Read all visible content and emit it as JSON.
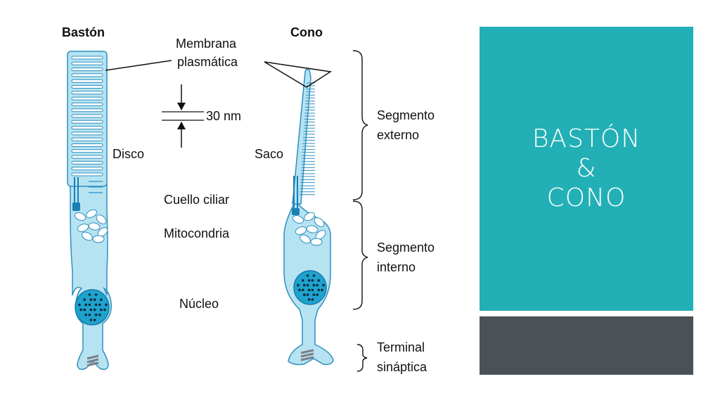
{
  "labels": {
    "rod_title": "Bastón",
    "cone_title": "Cono",
    "membrane_line1": "Membrana",
    "membrane_line2": "plasmática",
    "spacing": "30 nm",
    "disc": "Disco",
    "sac": "Saco",
    "ciliary_neck": "Cuello ciliar",
    "mitochondria": "Mitocondria",
    "nucleus": "Núcleo",
    "outer_segment_line1": "Segmento",
    "outer_segment_line2": "externo",
    "inner_segment_line1": "Segmento",
    "inner_segment_line2": "interno",
    "synaptic_line1": "Terminal",
    "synaptic_line2": "sináptica"
  },
  "title_panel": {
    "line1": "BASTÓN",
    "line2": "&",
    "line3": "CONO"
  },
  "colors": {
    "cell_fill": "#b6e3f2",
    "cell_stroke": "#2f8fbf",
    "nucleus_fill": "#1ea3cf",
    "title_panel_bg": "#22b0b6",
    "bottom_panel_bg": "#4a5258"
  }
}
